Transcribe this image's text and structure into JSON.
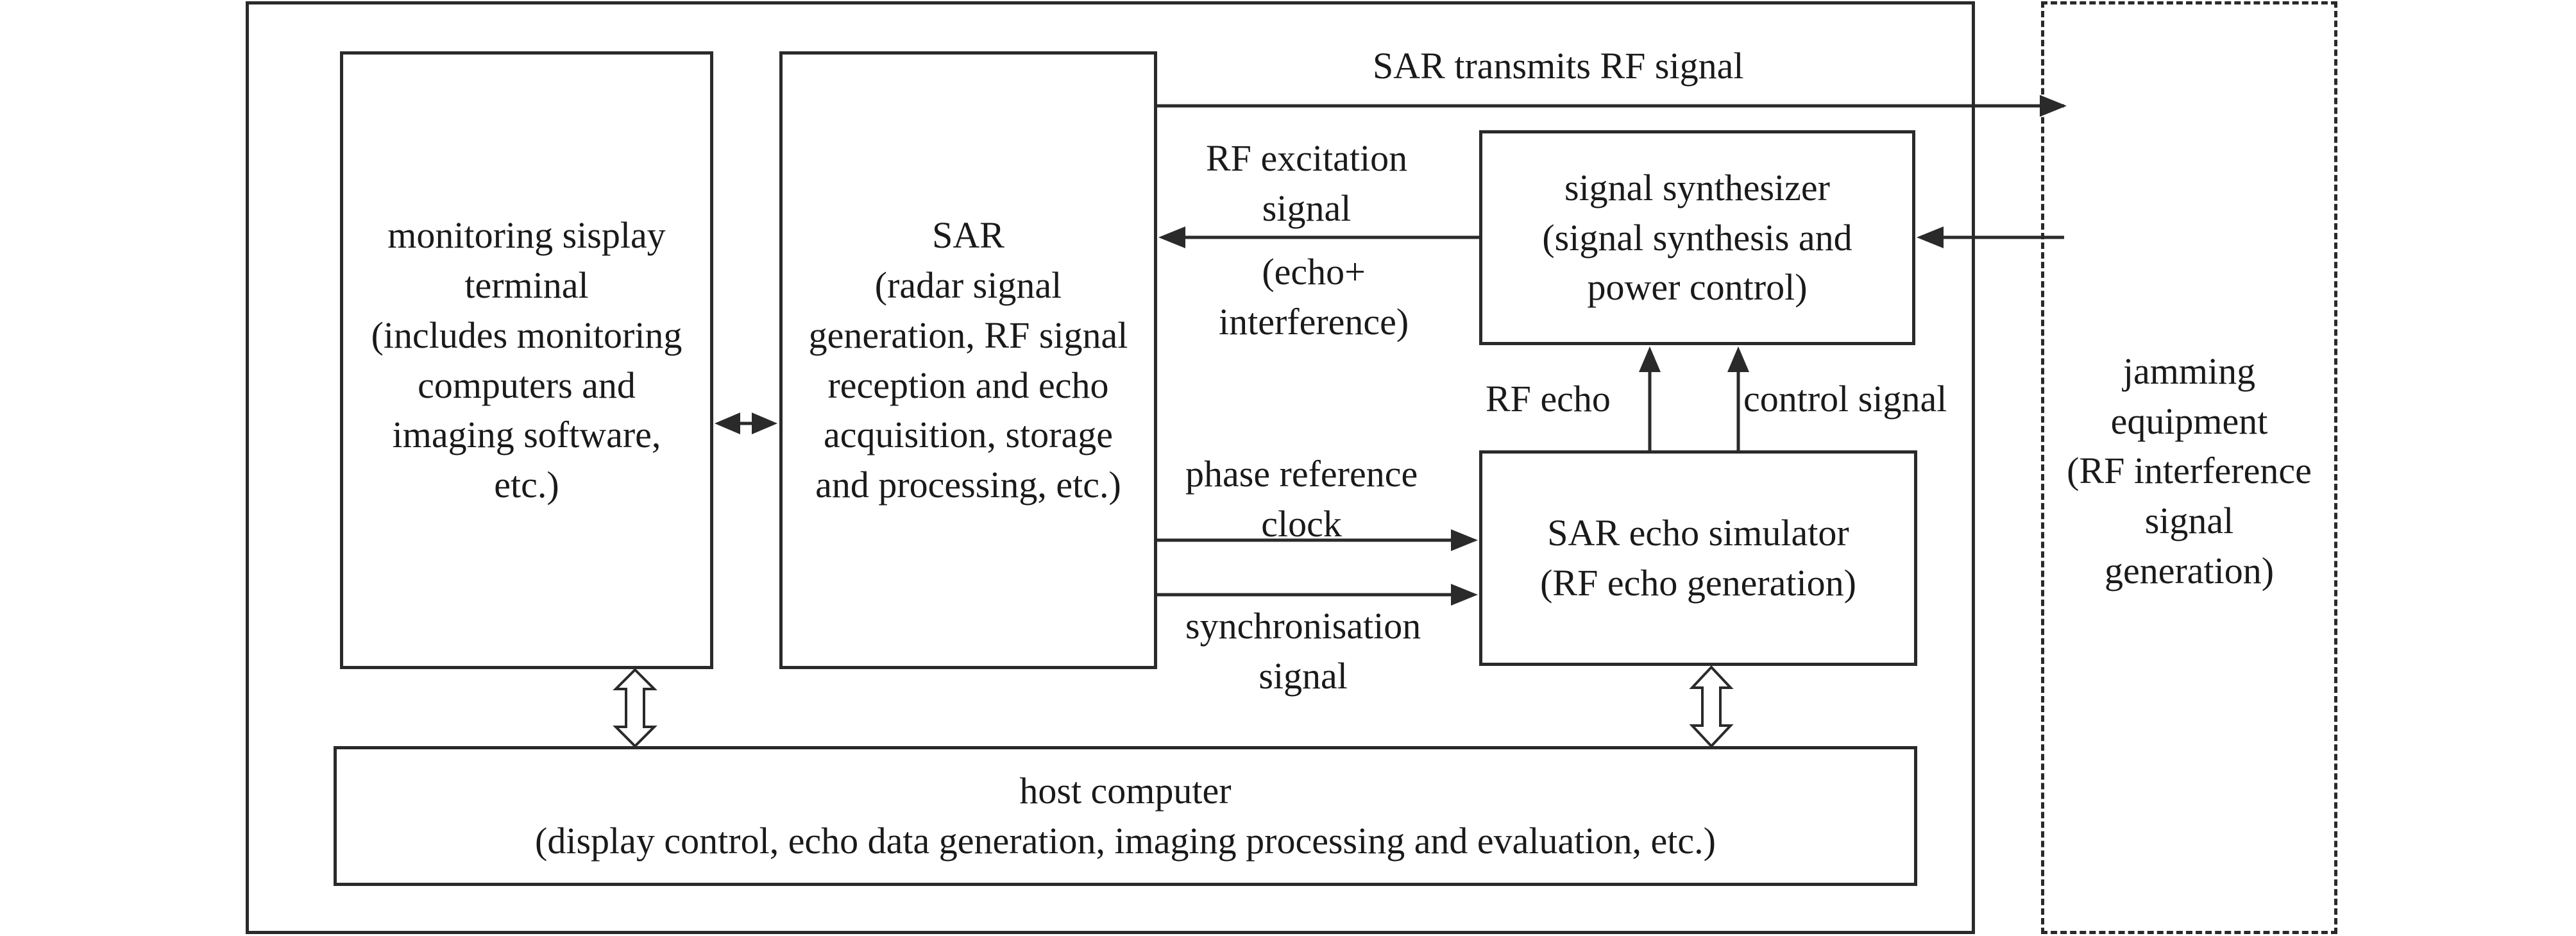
{
  "nodes": {
    "monitor": "monitoring sisplay\nterminal\n(includes monitoring\ncomputers and\nimaging software,\netc.)",
    "sar": "SAR\n(radar signal\ngeneration, RF signal\nreception and echo\nacquisition, storage\nand processing, etc.)",
    "synth": "signal synthesizer\n(signal synthesis and\npower control)",
    "echo_sim": "SAR echo simulator\n(RF echo generation)",
    "host": "host computer\n(display control, echo data generation, imaging processing and evaluation, etc.)",
    "jamming": "jamming\nequipment\n(RF interference\nsignal\ngeneration)"
  },
  "edges": {
    "sar_transmits": "SAR transmits RF signal",
    "rf_excitation": "RF excitation\nsignal",
    "echo_interference": "(echo+\ninterference)",
    "rf_echo": "RF echo",
    "control_signal": "control signal",
    "phase_ref": "phase reference\nclock",
    "sync": "synchronisation\nsignal"
  }
}
